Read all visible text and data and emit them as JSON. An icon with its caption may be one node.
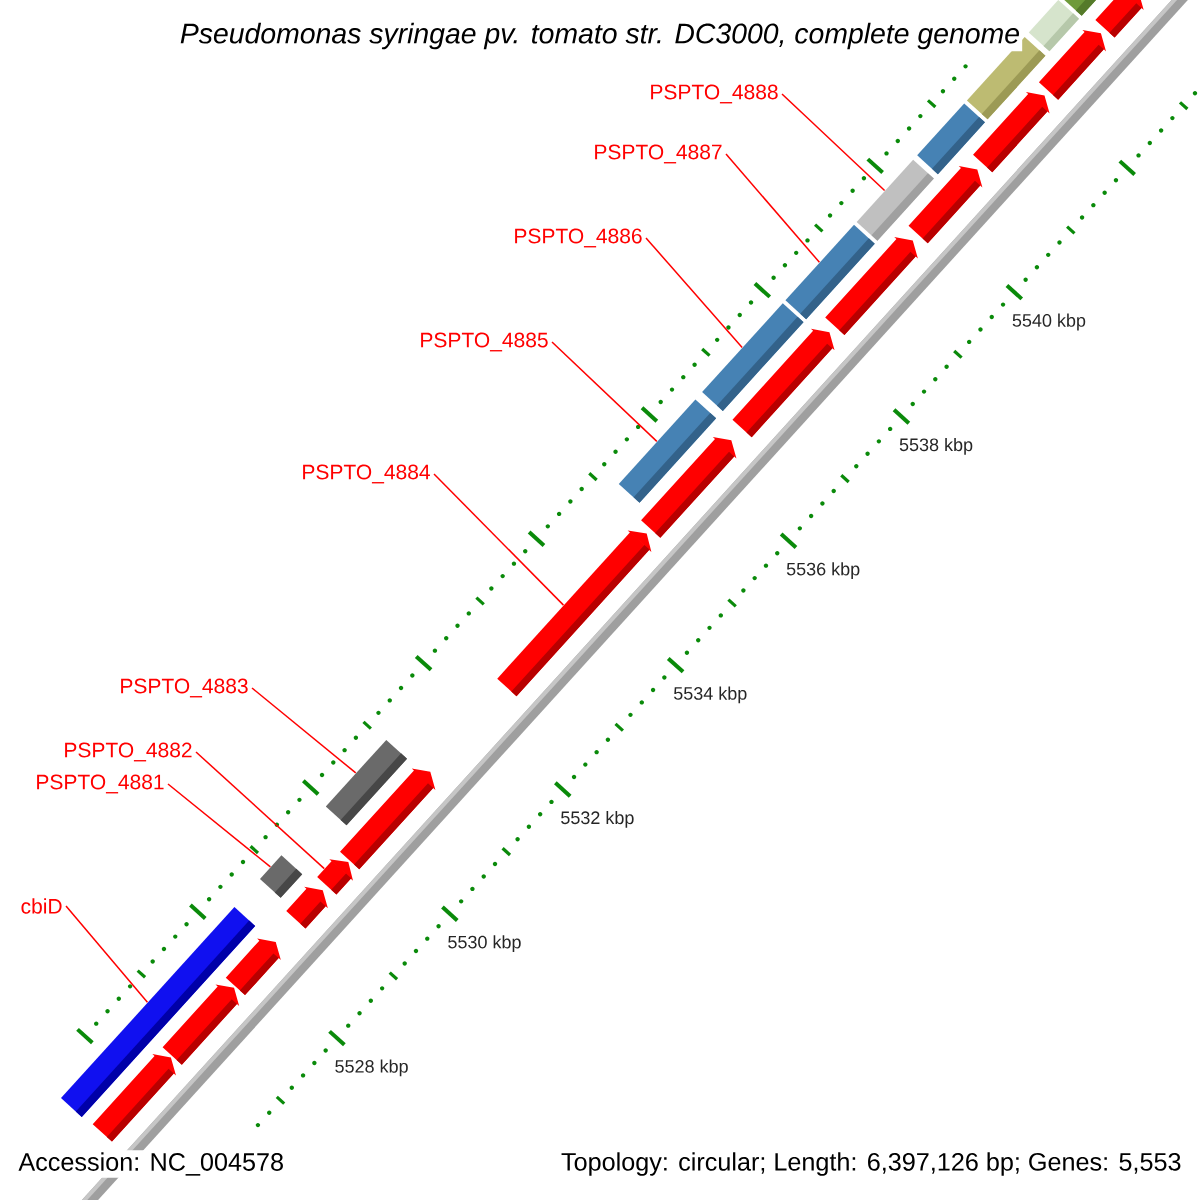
{
  "diagram": {
    "title": "Pseudomonas syringae pv. tomato str. DC3000, complete genome",
    "nodes": [
      {
        "text": [
          "cbiD"
        ]
      },
      {
        "text": [
          "PSPTO_4881"
        ]
      },
      {
        "text": [
          "PSPTO_4882"
        ]
      },
      {
        "text": [
          "PSPTO_4883"
        ]
      },
      {
        "text": [
          "PSPTO_4884"
        ]
      },
      {
        "text": [
          "PSPTO_4885"
        ]
      },
      {
        "text": [
          "PSPTO_4886"
        ]
      },
      {
        "text": [
          "PSPTO_4887"
        ]
      },
      {
        "text": [
          "PSPTO_4888"
        ]
      },
      {
        "text": [],
        "shape": "bar"
      },
      {
        "text": [],
        "shape": "bar"
      },
      {
        "text": [],
        "shape": "bar"
      },
      {
        "text": [],
        "shape": "bar"
      },
      {
        "text": [],
        "shape": "bar"
      },
      {
        "text": [],
        "shape": "bar"
      },
      {
        "text": [],
        "shape": "bar"
      },
      {
        "text": [],
        "shape": "bar"
      },
      {
        "text": [],
        "shape": "bar"
      }
    ],
    "edges": [
      {
        "from": 0,
        "to": 9,
        "arrow": "none"
      },
      {
        "from": 1,
        "to": 10,
        "arrow": "none"
      },
      {
        "from": 2,
        "to": 11,
        "arrow": "none"
      },
      {
        "from": 3,
        "to": 12,
        "arrow": "none"
      },
      {
        "from": 4,
        "to": 13,
        "arrow": "none"
      },
      {
        "from": 5,
        "to": 14,
        "arrow": "none"
      },
      {
        "from": 6,
        "to": 15,
        "arrow": "none"
      },
      {
        "from": 7,
        "to": 16,
        "arrow": "none"
      },
      {
        "from": 8,
        "to": 17,
        "arrow": "none"
      }
    ],
    "labels": [
      "5540 kbp",
      "5538 kbp",
      "5536 kbp",
      "5534 kbp",
      "5532 kbp",
      "5530 kbp",
      "5528 kbp",
      "Accession: NC_004578",
      "Topology: circular; Length: 6,397,126 bp; Genes: 5,553"
    ]
  }
}
